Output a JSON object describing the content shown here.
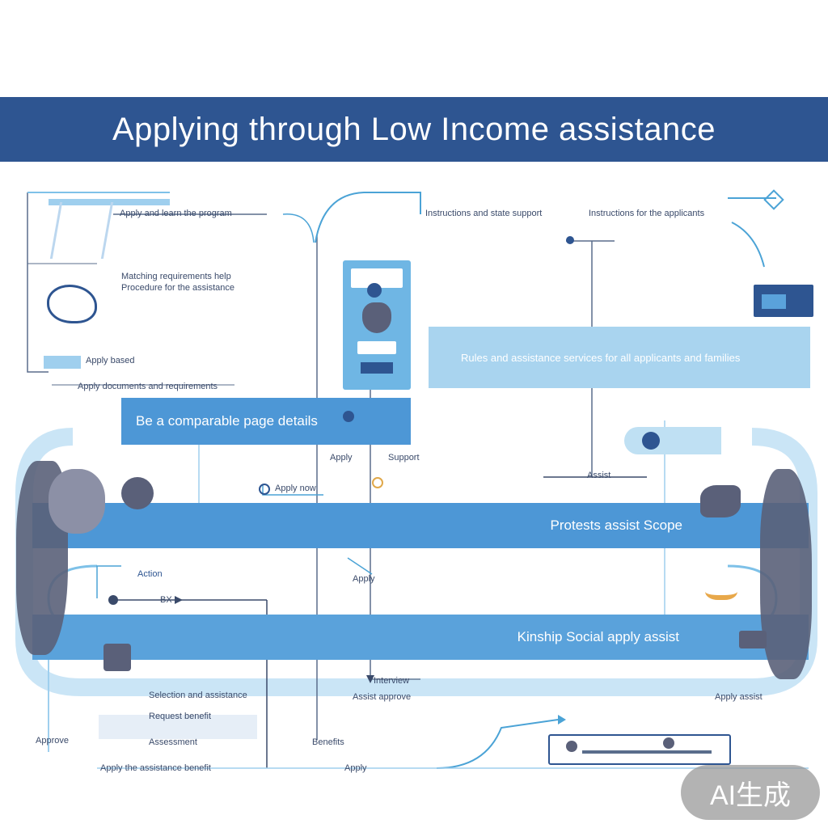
{
  "title": "Applying through Low Income assistance",
  "bands": {
    "upper_left": "Be a comparable page details",
    "upper_right": "Rules and assistance services for all applicants and families",
    "middle": "Protests assist Scope",
    "lower": "Kinship Social apply assist"
  },
  "labels": {
    "top_left": "Apply and learn the program",
    "top_center": "Instructions and state support",
    "top_right": "Instructions for the applicants",
    "left_note_1": "Matching requirements help",
    "left_note_2": "Procedure for the assistance",
    "left_note_3": "Apply based",
    "left_note_4": "Apply documents and requirements",
    "center_a": "Apply",
    "center_b": "Support",
    "center_c": "Apply now",
    "right_mark": "Assist",
    "mid_left_callout": "Action",
    "mid_center": "Apply",
    "mid_marker": "BX",
    "bottom_left_1": "Selection and assistance",
    "bottom_left_2": "Request benefit",
    "bottom_left_3": "Assessment",
    "bottom_center_1": "Interview",
    "bottom_center_2": "Assist approve",
    "bottom_right": "Apply assist",
    "bottom_axis_1": "Apply the assistance benefit",
    "bottom_axis_2": "Benefits",
    "bottom_axis_3": "Apply",
    "bottom_gauge": "Approve"
  },
  "watermark": "AI生成",
  "colors": {
    "banner": "#2e5591",
    "band": "#4d97d6",
    "band_pale": "#a9d4ef",
    "line": "#7ec1e8"
  }
}
